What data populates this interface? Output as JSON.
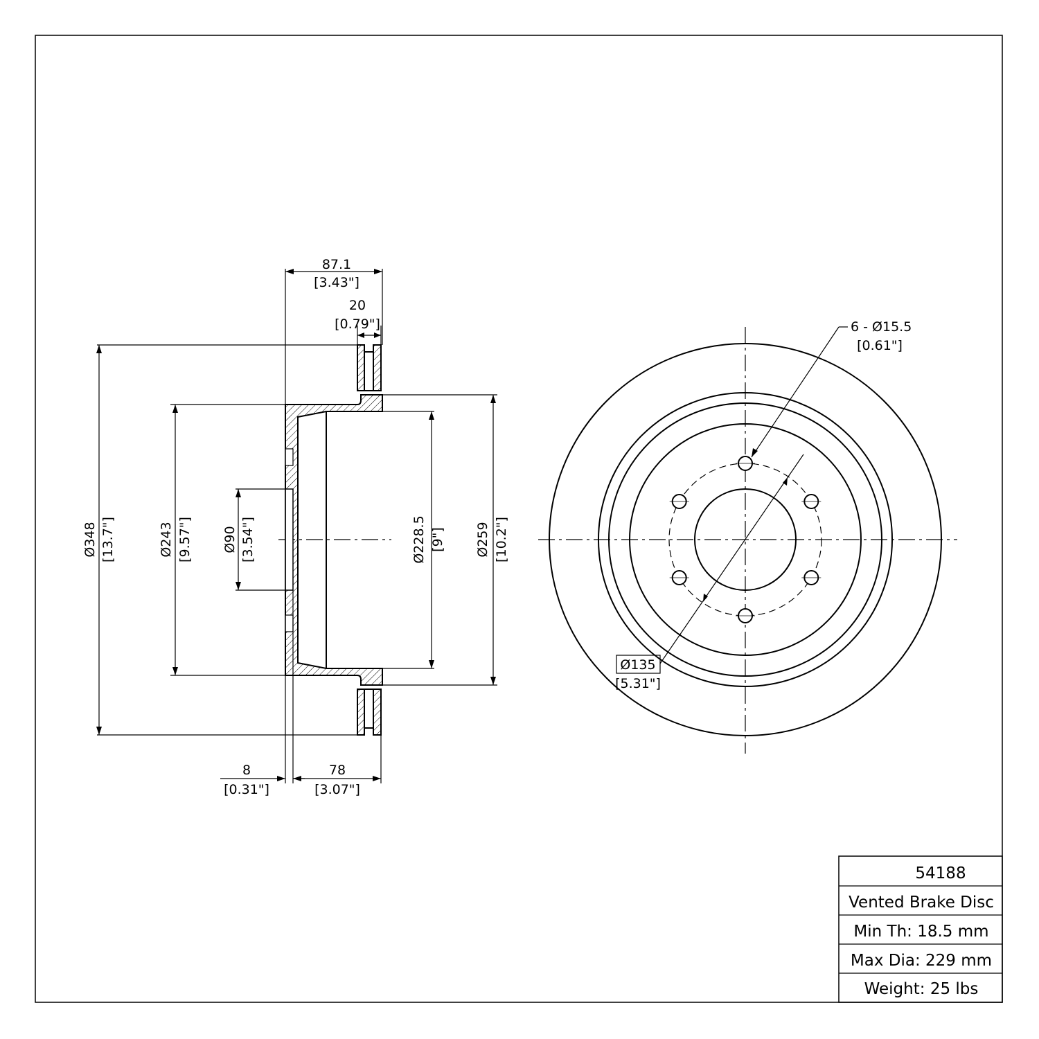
{
  "drawing": {
    "side_view": {
      "dim_overall_width": {
        "mm": "87.1",
        "in": "[3.43\"]"
      },
      "dim_disc_thickness": {
        "mm": "20",
        "in": "[0.79\"]"
      },
      "dim_outer_diameter": {
        "mm": "Ø348",
        "in": "[13.7\"]"
      },
      "dim_hat_diameter": {
        "mm": "Ø243",
        "in": "[9.57\"]"
      },
      "dim_center_bore": {
        "mm": "Ø90",
        "in": "[3.54\"]"
      },
      "dim_drum_diameter": {
        "mm": "Ø228.5",
        "in": "[9\"]"
      },
      "dim_inner_pad_diameter": {
        "mm": "Ø259",
        "in": "[10.2\"]"
      },
      "dim_hat_thickness": {
        "mm": "8",
        "in": "[0.31\"]"
      },
      "dim_hat_height": {
        "mm": "78",
        "in": "[3.07\"]"
      }
    },
    "front_view": {
      "bolt_holes": {
        "mm": "6 - Ø15.5",
        "in": "[0.61\"]"
      },
      "bolt_circle": {
        "mm": "Ø135",
        "in": "[5.31\"]"
      },
      "bolt_hole_count": 6
    }
  },
  "title_block": {
    "part_number": "54188",
    "description": "Vented Brake Disc",
    "min_thickness": "Min Th: 18.5 mm",
    "max_diameter": "Max Dia: 229 mm",
    "weight": "Weight: 25 lbs"
  }
}
